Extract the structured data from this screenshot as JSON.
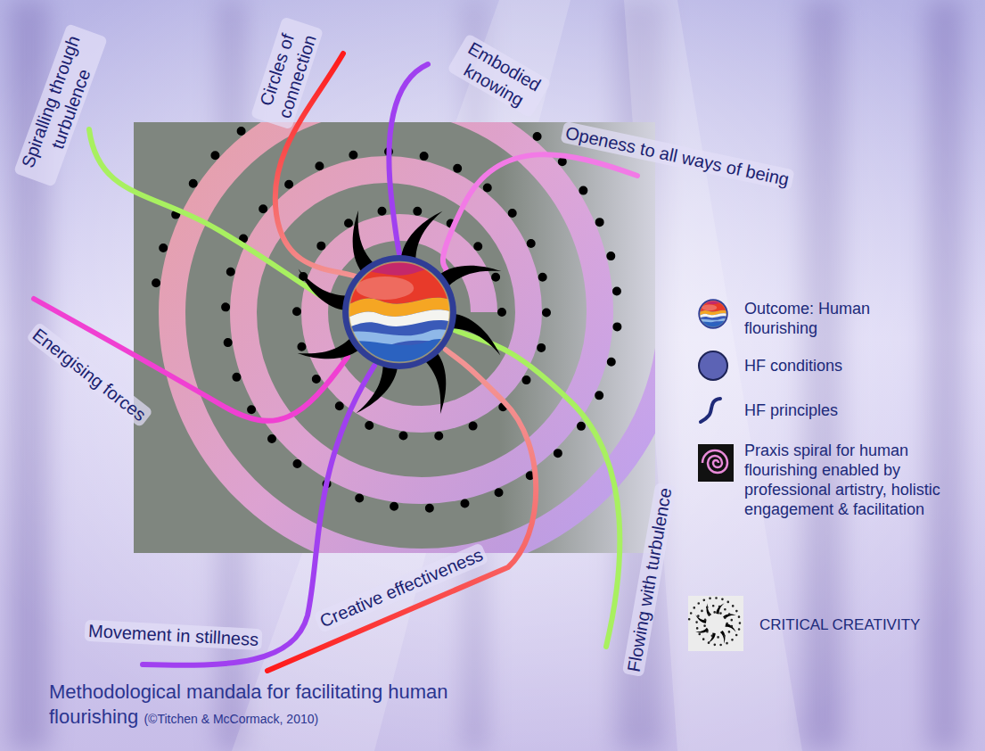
{
  "diagram": {
    "title": "Methodological mandala for facilitating human flourishing",
    "labels": [
      "Spiralling through turbulence",
      "Circles of connection",
      "Embodied knowing",
      "Openess to all ways of being",
      "Energising forces",
      "Movement in stillness",
      "Creative effectiveness",
      "Flowing with turbulence",
      "(©Titchen & McCormack, 2010)"
    ],
    "legend": [
      {
        "text": "Outcome: Human flourishing"
      },
      {
        "text": "HF conditions",
        "color": "#5c63b5"
      },
      {
        "text": "HF principles"
      },
      {
        "text": "Praxis spiral for human flourishing enabled by professional artistry, holistic engagement & facilitation"
      },
      {
        "text": "CRITICAL CREATIVITY"
      }
    ]
  }
}
